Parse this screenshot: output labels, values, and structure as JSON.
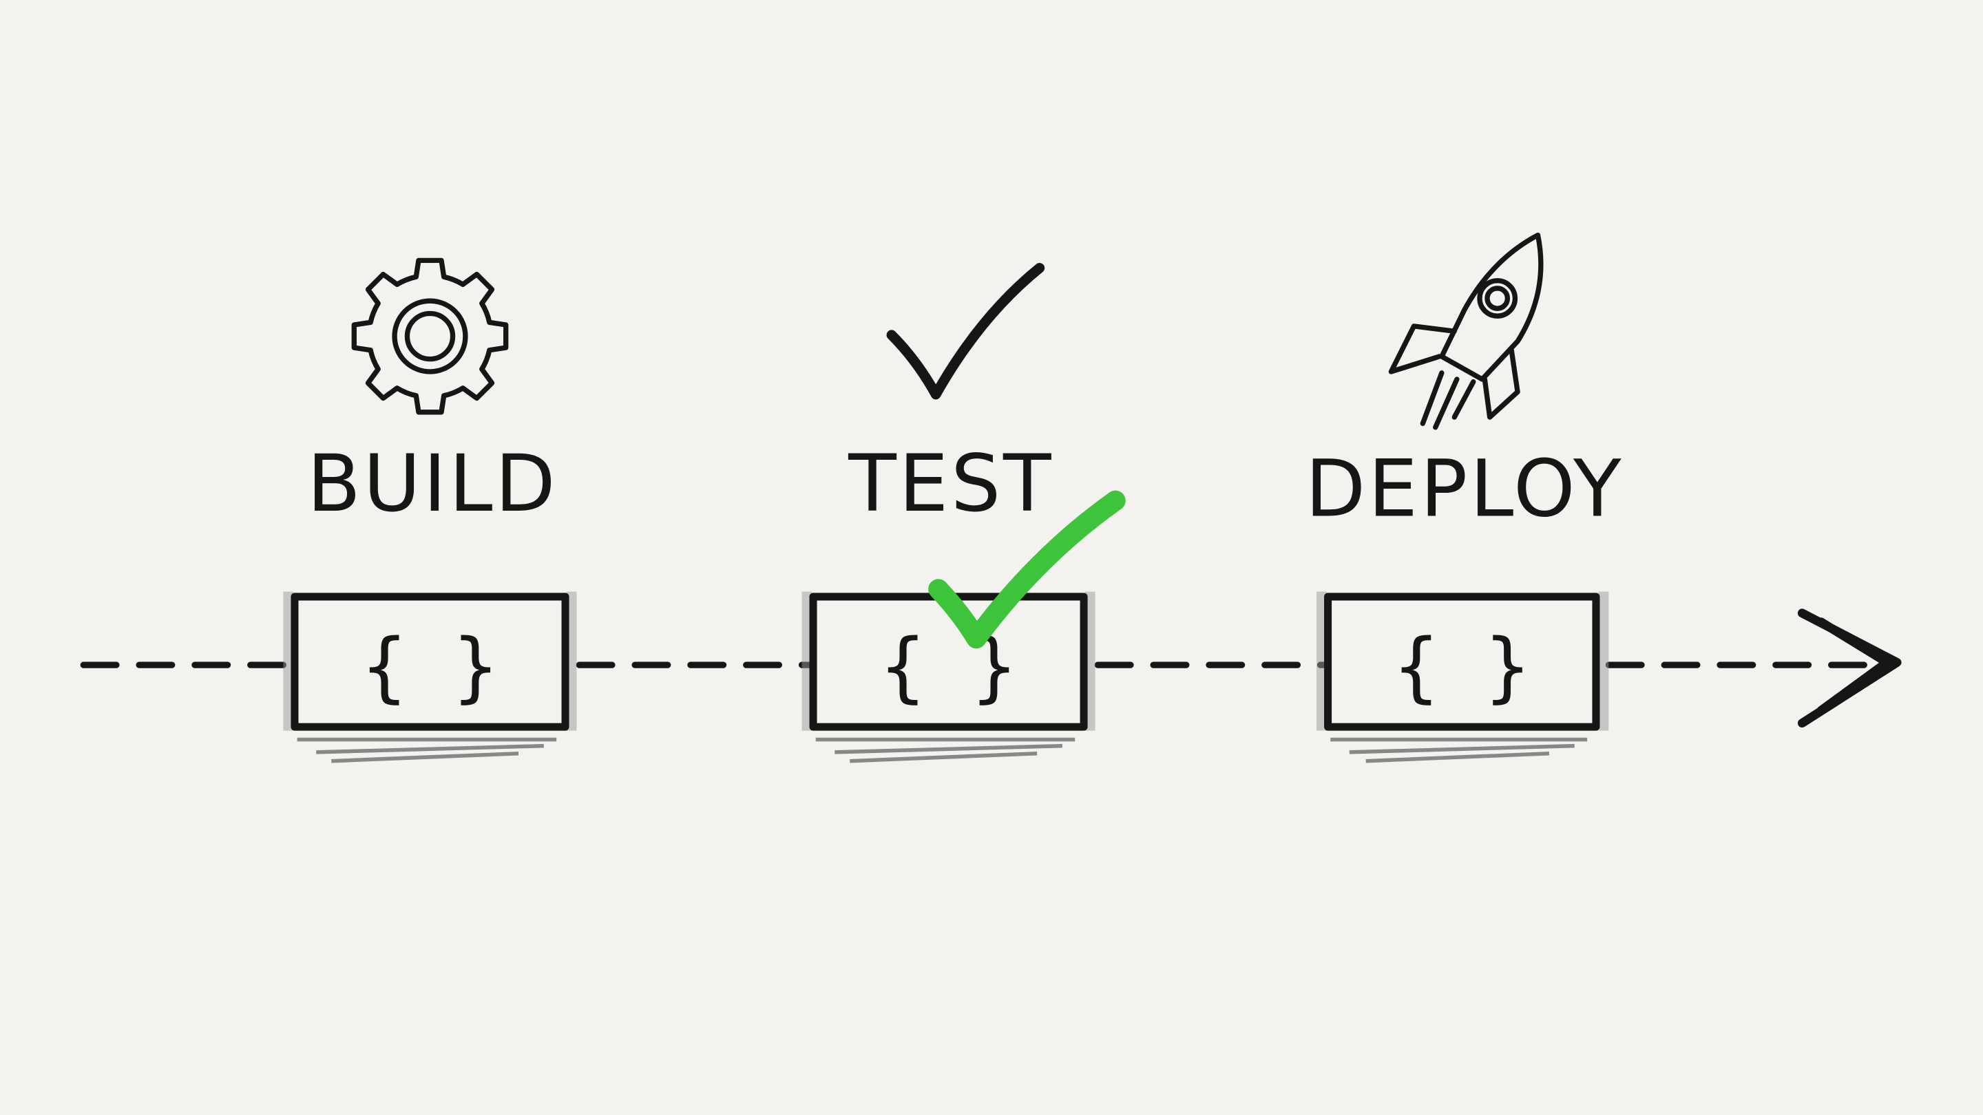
{
  "diagram": {
    "stages": [
      {
        "label": "BUILD",
        "icon": "gear-icon",
        "box_text": "{ }"
      },
      {
        "label": "TEST",
        "icon": "checkmark-icon",
        "box_text": "{ }",
        "status": "passed"
      },
      {
        "label": "DEPLOY",
        "icon": "rocket-icon",
        "box_text": "{ }"
      }
    ],
    "flow_direction": "left-to-right",
    "colors": {
      "background": "#f3f2ee",
      "ink": "#161616",
      "success": "#3ec43a"
    }
  }
}
